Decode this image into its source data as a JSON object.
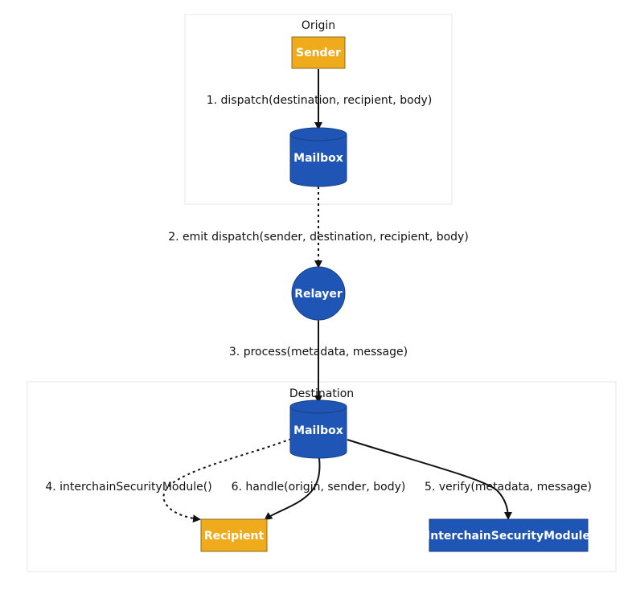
{
  "clusters": {
    "origin": "Origin",
    "destination": "Destination"
  },
  "nodes": {
    "sender": "Sender",
    "origin_mailbox": "Mailbox",
    "relayer": "Relayer",
    "dest_mailbox": "Mailbox",
    "recipient": "Recipient",
    "ism": "InterchainSecurityModule"
  },
  "edges": {
    "dispatch": "1. dispatch(destination, recipient, body)",
    "emit": "2. emit dispatch(sender, destination, recipient, body)",
    "process": "3. process(metadata, message)",
    "ism_query": "4. interchainSecurityModule()",
    "verify": "5. verify(metadata, message)",
    "handle": "6. handle(origin, sender, body)"
  },
  "colors": {
    "orange_fill": "#f0ab1d",
    "orange_stroke": "#8a6d1f",
    "blue_fill": "#1f55b4",
    "blue_stroke": "#173f86",
    "cluster_stroke": "#e6e6e6",
    "edge": "#111111"
  }
}
